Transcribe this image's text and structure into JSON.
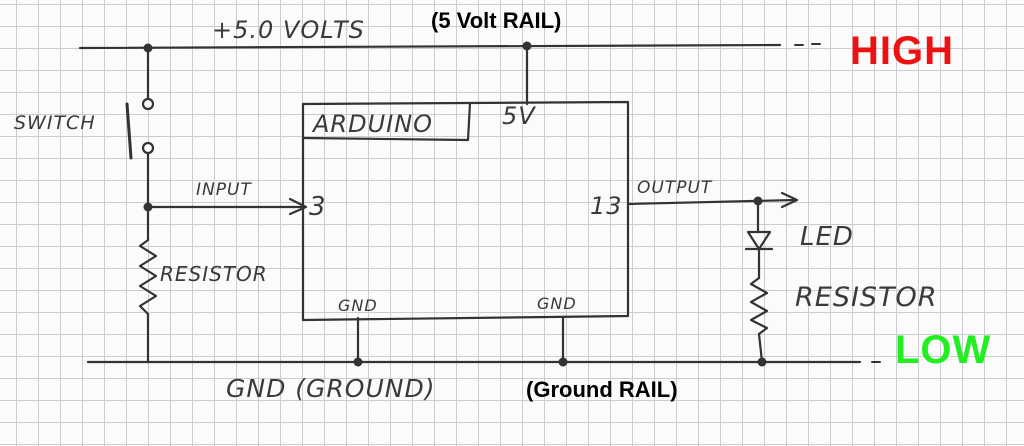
{
  "labels": {
    "top_rail_volts": "+5.0 VOLTS",
    "top_rail_name": "(5 Volt RAIL)",
    "high": "HIGH",
    "low": "LOW",
    "switch": "SWITCH",
    "arduino": "ARDUINO",
    "pin_5v": "5V",
    "input": "INPUT",
    "pin_3": "3",
    "pin_13": "13",
    "output": "OUTPUT",
    "led": "LED",
    "resistor_left": "RESISTOR",
    "resistor_right": "RESISTOR",
    "gnd_left": "GND",
    "gnd_right": "GND",
    "ground_rail": "GND (GROUND)",
    "ground_rail_name": "(Ground RAIL)"
  },
  "colors": {
    "high": "#ee1111",
    "low": "#22ee22",
    "ink": "#333333"
  }
}
